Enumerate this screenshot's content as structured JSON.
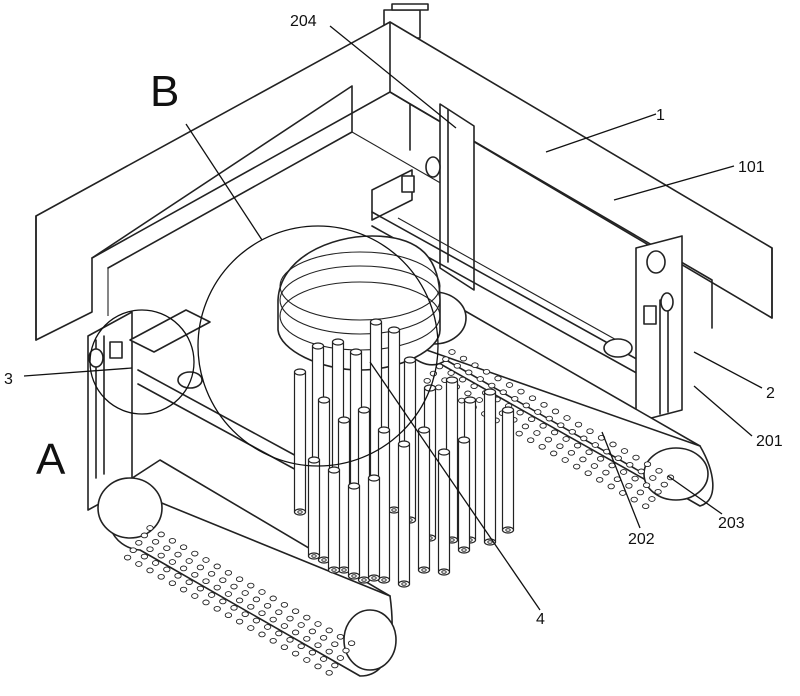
{
  "labels": {
    "l204": "204",
    "l1": "1",
    "l101": "101",
    "lB": "B",
    "l3": "3",
    "lA": "A",
    "l2": "2",
    "l201": "201",
    "l203": "203",
    "l202": "202",
    "l4": "4"
  }
}
